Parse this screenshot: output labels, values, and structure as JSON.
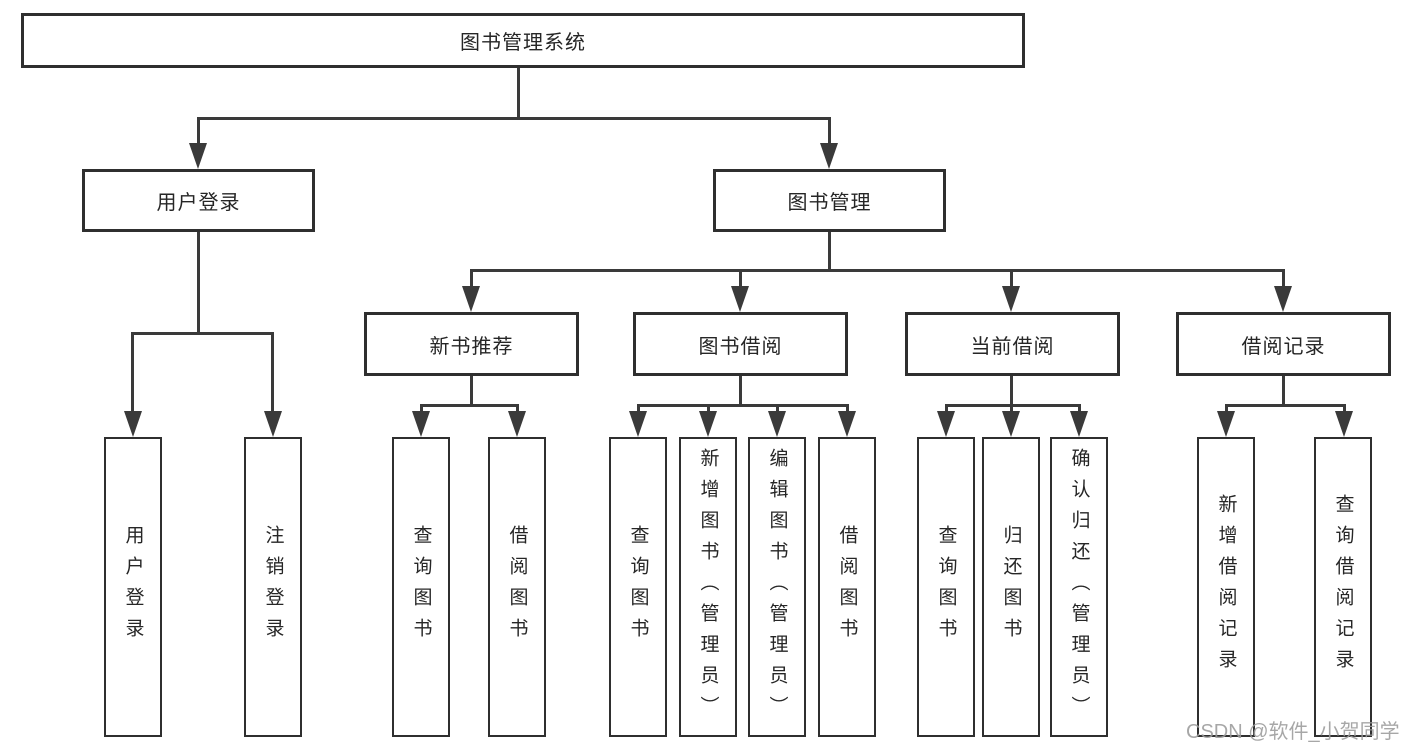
{
  "tree": {
    "root": {
      "label": "图书管理系统"
    },
    "branches": [
      {
        "label": "用户登录",
        "children": [
          {
            "label": "用户登录"
          },
          {
            "label": "注销登录"
          }
        ]
      },
      {
        "label": "图书管理",
        "children": [
          {
            "label": "新书推荐",
            "children": [
              {
                "label": "查询图书"
              },
              {
                "label": "借阅图书"
              }
            ]
          },
          {
            "label": "图书借阅",
            "children": [
              {
                "label": "查询图书"
              },
              {
                "label": "新增图书（管理员）"
              },
              {
                "label": "编辑图书（管理员）"
              },
              {
                "label": "借阅图书"
              }
            ]
          },
          {
            "label": "当前借阅",
            "children": [
              {
                "label": "查询图书"
              },
              {
                "label": "归还图书"
              },
              {
                "label": "确认归还（管理员）"
              }
            ]
          },
          {
            "label": "借阅记录",
            "children": [
              {
                "label": "新增借阅记录"
              },
              {
                "label": "查询借阅记录"
              }
            ]
          }
        ]
      }
    ]
  },
  "watermark": {
    "text": "CSDN @软件_小贺同学"
  },
  "colors": {
    "line": "#3a3a3a",
    "box_border": "#2f2f2f",
    "text": "#262626",
    "watermark": "#9c9c9c",
    "background": "#ffffff"
  }
}
